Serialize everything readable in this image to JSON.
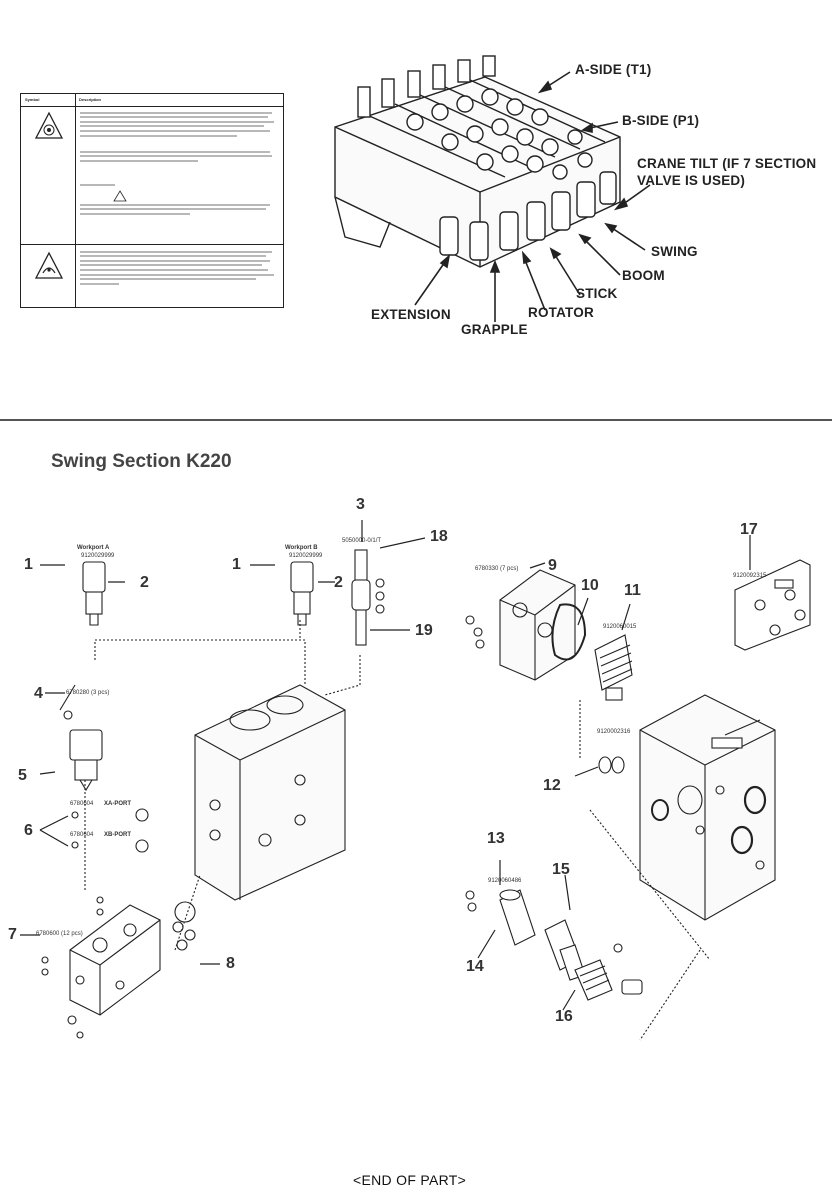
{
  "symbol_table": {
    "header_symbol": "Symbol",
    "header_description": "Description"
  },
  "valve_labels": {
    "a_side": "A-SIDE (T1)",
    "b_side": "B-SIDE (P1)",
    "crane_tilt_1": "CRANE TILT (IF 7 SECTION",
    "crane_tilt_2": "VALVE IS USED)",
    "swing": "SWING",
    "boom": "BOOM",
    "stick": "STICK",
    "rotator": "ROTATOR",
    "grapple": "GRAPPLE",
    "extension": "EXTENSION"
  },
  "section_title": "Swing Section K220",
  "callouts": {
    "n1a": "1",
    "n1b": "1",
    "n2a": "2",
    "n2b": "2",
    "n3": "3",
    "n4": "4",
    "n5": "5",
    "n6": "6",
    "n7": "7",
    "n8": "8",
    "n9": "9",
    "n10": "10",
    "n11": "11",
    "n12": "12",
    "n13": "13",
    "n14": "14",
    "n15": "15",
    "n16": "16",
    "n17": "17",
    "n18": "18",
    "n19": "19"
  },
  "part_labels": {
    "workport_a": "Workport A",
    "workport_b": "Workport B",
    "pn_9120029999_a": "9120029999",
    "pn_9120029999_b": "9120029999",
    "pn_3": "5050000-0/1/T",
    "pn_9": "6780330 (7 pcs)",
    "pn_11": "9120060015",
    "pn_12": "9120002316",
    "pn_13": "9120060486",
    "pn_17": "9120092315",
    "xa_port": "XA-PORT",
    "xb_port": "XB-PORT",
    "pn_6a": "6780604",
    "pn_6b": "6780604",
    "pn_7": "6780600 (12 pcs)",
    "pn_4": "6780280 (3 pcs)"
  },
  "footer": "<END OF PART>",
  "colors": {
    "ink": "#222222",
    "text_grey": "#444444",
    "rule": "#555555"
  }
}
